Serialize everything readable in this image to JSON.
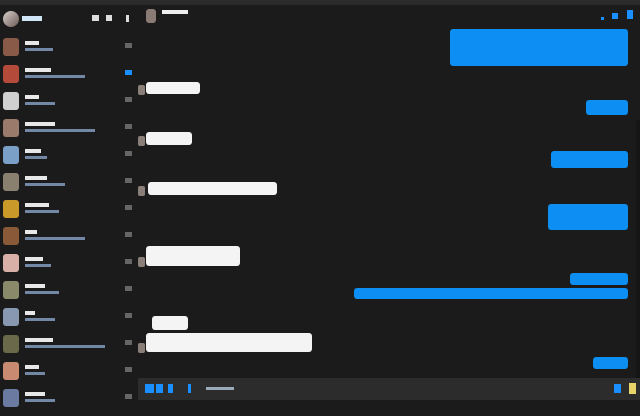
{
  "app": {
    "theme": "dark",
    "accent_color": "#0d8ef2"
  },
  "sidebar": {
    "header": {
      "buttons": [
        "compose-icon",
        "video-icon",
        "settings-icon"
      ]
    },
    "conversations": [
      {
        "avatar_color": "#8a5a48",
        "unread": false
      },
      {
        "avatar_color": "#b34a3a",
        "unread": true
      },
      {
        "avatar_color": "#d0d0d0",
        "unread": false
      },
      {
        "avatar_color": "#9a7a6a",
        "unread": false
      },
      {
        "avatar_color": "#7aa0c8",
        "unread": false
      },
      {
        "avatar_color": "#8a8070",
        "unread": false
      },
      {
        "avatar_color": "#c99a2a",
        "unread": false
      },
      {
        "avatar_color": "#8a5a38",
        "unread": false
      },
      {
        "avatar_color": "#d8b0a8",
        "unread": false
      },
      {
        "avatar_color": "#8a8a6a",
        "unread": false
      },
      {
        "avatar_color": "#8898b0",
        "unread": false
      },
      {
        "avatar_color": "#6a6a4a",
        "unread": false
      },
      {
        "avatar_color": "#c88a70",
        "unread": false
      },
      {
        "avatar_color": "#6a7aa0",
        "unread": false
      }
    ]
  },
  "chat": {
    "header_icons": [
      "call-icon",
      "video-icon",
      "info-icon"
    ],
    "messages": [
      {
        "direction": "outgoing"
      },
      {
        "direction": "incoming"
      },
      {
        "direction": "outgoing"
      },
      {
        "direction": "incoming"
      },
      {
        "direction": "outgoing"
      },
      {
        "direction": "incoming"
      },
      {
        "direction": "outgoing"
      },
      {
        "direction": "incoming"
      },
      {
        "direction": "outgoing"
      },
      {
        "direction": "outgoing"
      },
      {
        "direction": "incoming"
      },
      {
        "direction": "incoming"
      },
      {
        "direction": "outgoing"
      }
    ]
  },
  "composer": {
    "icons": [
      "plus-icon",
      "image-icon",
      "sticker-icon",
      "gif-icon"
    ],
    "send_icon": "like-icon"
  }
}
